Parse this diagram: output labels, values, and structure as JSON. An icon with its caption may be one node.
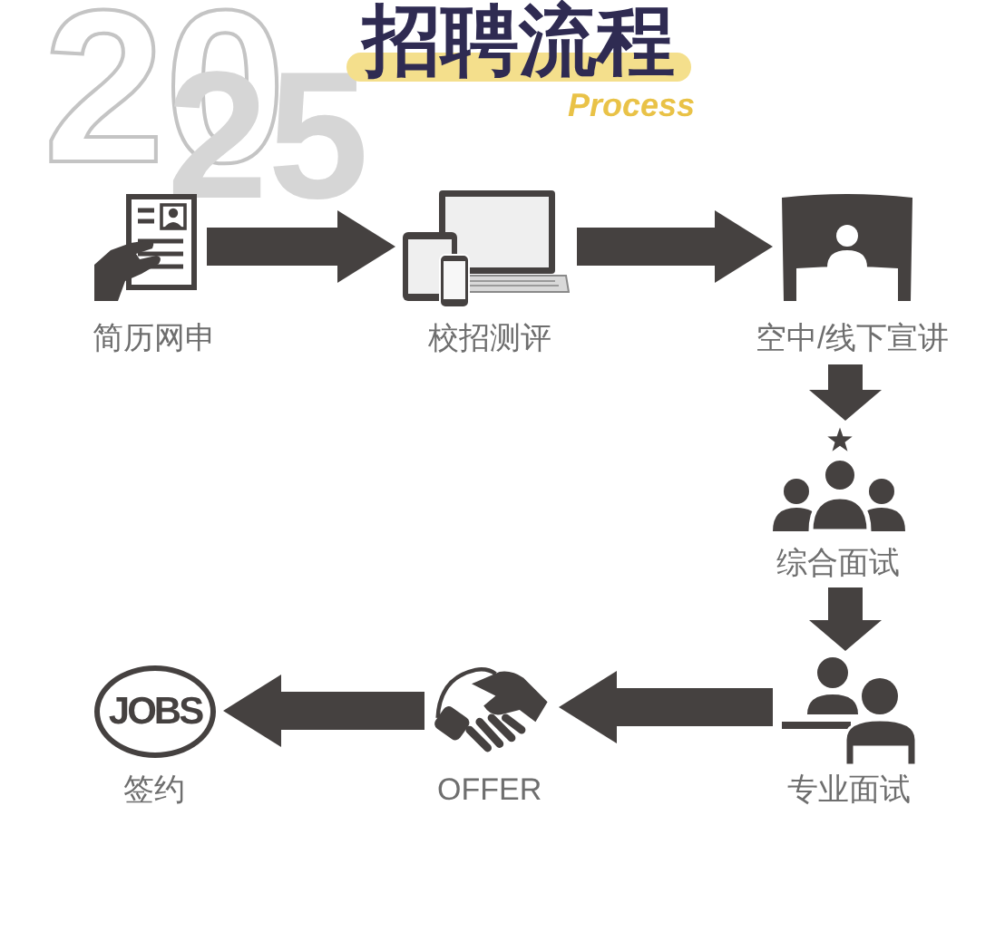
{
  "diagram": {
    "title": "招聘流程",
    "nodes": [
      {
        "text": [
          "简历网申"
        ]
      },
      {
        "text": [
          "校招测评"
        ]
      },
      {
        "text": [
          "空中/线下宣讲"
        ]
      },
      {
        "text": [
          "综合面试"
        ]
      },
      {
        "text": [
          "专业面试"
        ]
      },
      {
        "text": [
          "OFFER"
        ]
      },
      {
        "text": [
          "JOBS",
          "签约"
        ]
      }
    ],
    "edges": [
      {
        "from": 0,
        "to": 1,
        "arrow": "to"
      },
      {
        "from": 1,
        "to": 2,
        "arrow": "to"
      },
      {
        "from": 2,
        "to": 3,
        "arrow": "to"
      },
      {
        "from": 3,
        "to": 4,
        "arrow": "to"
      },
      {
        "from": 4,
        "to": 5,
        "arrow": "to"
      },
      {
        "from": 5,
        "to": 6,
        "arrow": "to"
      }
    ],
    "labels": [
      "Process",
      "20",
      "25"
    ]
  }
}
